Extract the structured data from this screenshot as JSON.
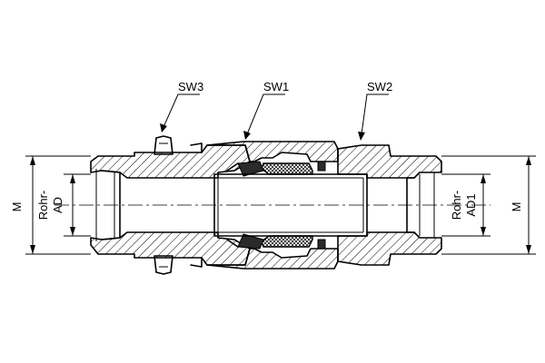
{
  "labels": {
    "sw1": "SW1",
    "sw2": "SW2",
    "sw3": "SW3",
    "m_left": "M",
    "m_right": "M",
    "rohr_ad_line1": "Rohr-",
    "rohr_ad_line2": "AD",
    "rohr_ad1_line1": "Rohr-",
    "rohr_ad1_line2": "AD1"
  }
}
